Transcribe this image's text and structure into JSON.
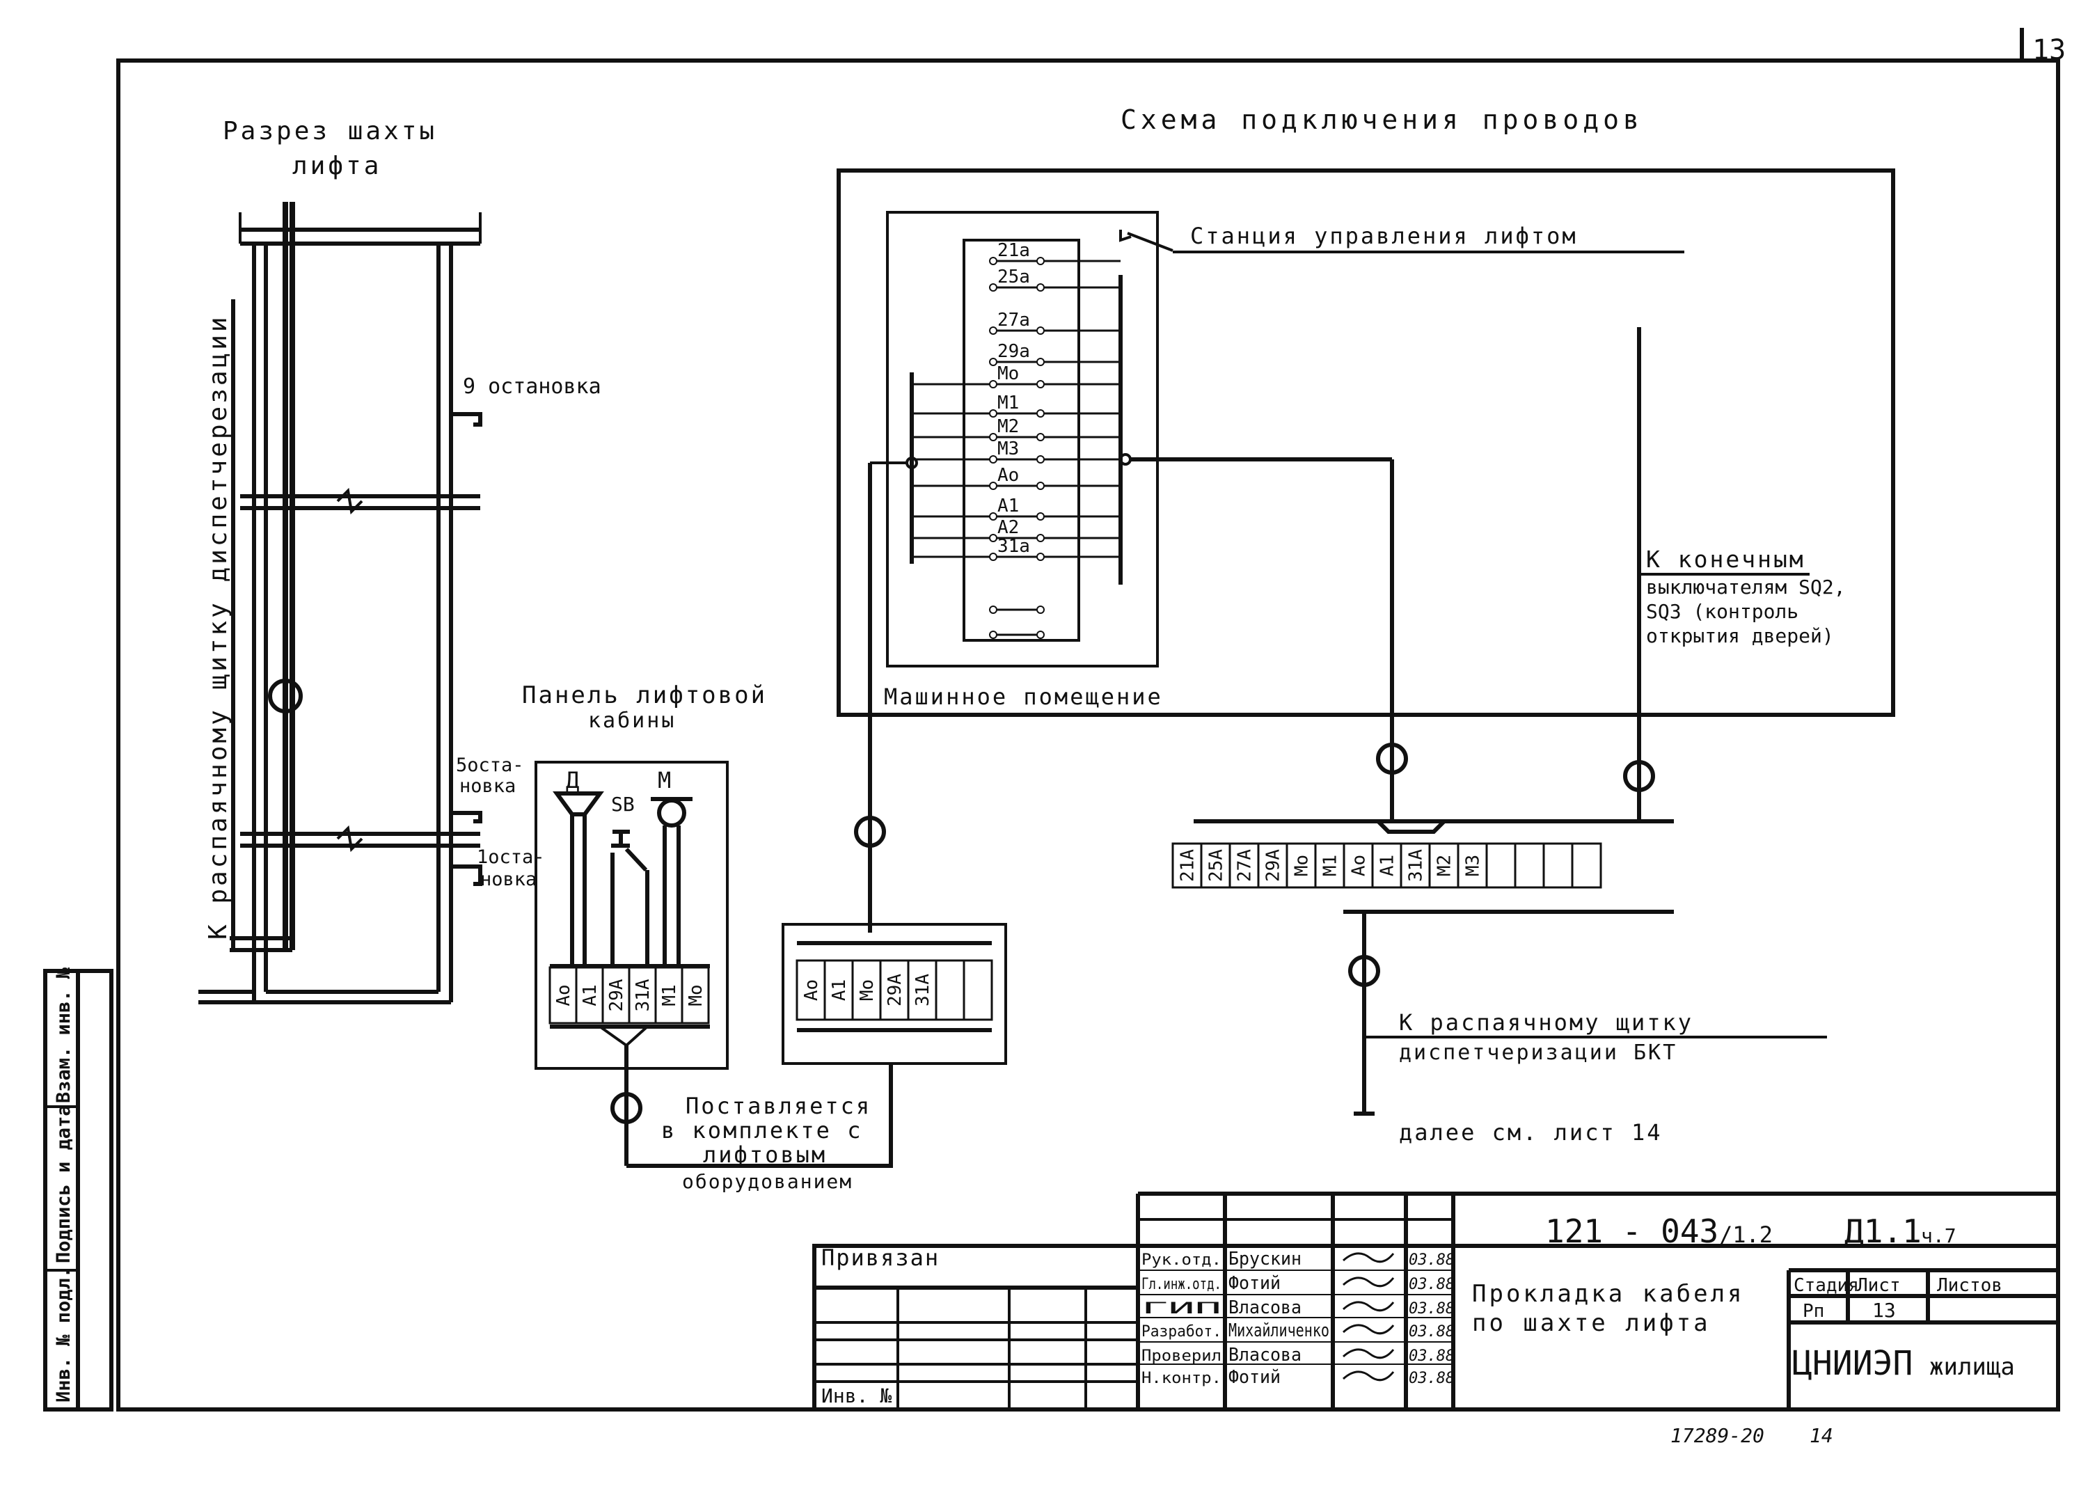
{
  "sheet_corner_number": "13",
  "shaft_section": {
    "title_line1": "Разрез шахты",
    "title_line2": "лифта",
    "vertical_label": "К распаячному щитку диспетчерезации",
    "stop_9": "9 остановка",
    "stop_5_line1": "5оста-",
    "stop_5_line2": "новка",
    "stop_1_line1": "1оста-",
    "stop_1_line2": "новка"
  },
  "wiring_scheme": {
    "title": "Схема подключения проводов",
    "control_station_label": "Станция управления лифтом",
    "machine_room_label": "Машинное помещение",
    "station_terminals": [
      "21а",
      "25а",
      "27а",
      "29а",
      "Мо",
      "М1",
      "М2",
      "М3",
      "Ао",
      "А1",
      "А2",
      "31а"
    ],
    "limit_switches_line1": "К конечным",
    "limit_switches_line2": "выключателям SQ2,",
    "limit_switches_line3": "SQ3 (контроль",
    "limit_switches_line4": "открытия дверей)",
    "junction_terminals": [
      "21А",
      "25А",
      "27А",
      "29А",
      "Мо",
      "М1",
      "Ао",
      "А1",
      "31А",
      "М2",
      "М3"
    ],
    "dispatch_line1": "К распаячному щитку",
    "dispatch_line2": "диспетчеризации БКТ",
    "continue_note": "далее см. лист 14"
  },
  "cabin_panel": {
    "title_line1": "Панель лифтовой",
    "title_line2": "кабины",
    "label_a": "Д",
    "label_sb": "SB",
    "label_m": "М",
    "terminals": [
      "Ао",
      "А1",
      "29А",
      "31А",
      "М1",
      "Мо"
    ],
    "supplied_line1": "Поставляется",
    "supplied_line2": "в комплекте с",
    "supplied_line3": "лифтовым",
    "supplied_line4": "оборудованием"
  },
  "cabin_box": {
    "terminals": [
      "Ао",
      "А1",
      "Мо",
      "29А",
      "31А"
    ]
  },
  "side_stamp": {
    "inv_podl": "Инв. № подл.",
    "podpis": "Подпись и дата",
    "vzam": "Взам. инв. №"
  },
  "title_block": {
    "privyazan": "Привязан",
    "inv_no": "Инв. №",
    "doc_code": "121 - 043",
    "doc_code_suffix": "/1.2",
    "doc_mark": "Д1.1",
    "doc_part": "ч.7",
    "title_line1": "Прокладка кабеля",
    "title_line2": "по шахте лифта",
    "stage_header": "Стадия",
    "sheet_header": "Лист",
    "sheets_header": "Листов",
    "stage_value": "Рп",
    "sheet_value": "13",
    "organization_a": "ЦНИИЭП",
    "organization_b": "жилища",
    "signatures": [
      {
        "role": "Рук.отд.",
        "name": "Брускин",
        "date": "03.88"
      },
      {
        "role": "Гл.инж.отд.",
        "name": "Фотий",
        "date": "03.88"
      },
      {
        "role": "ГИП",
        "name": "Власова",
        "date": "03.88"
      },
      {
        "role": "Разработ.",
        "name": "Михайличенко",
        "date": "03.88"
      },
      {
        "role": "Проверил",
        "name": "Власова",
        "date": "03.88"
      },
      {
        "role": "Н.контр.",
        "name": "Фотий",
        "date": "03.88"
      }
    ],
    "archive_number": "17289-20",
    "archive_page": "14"
  }
}
